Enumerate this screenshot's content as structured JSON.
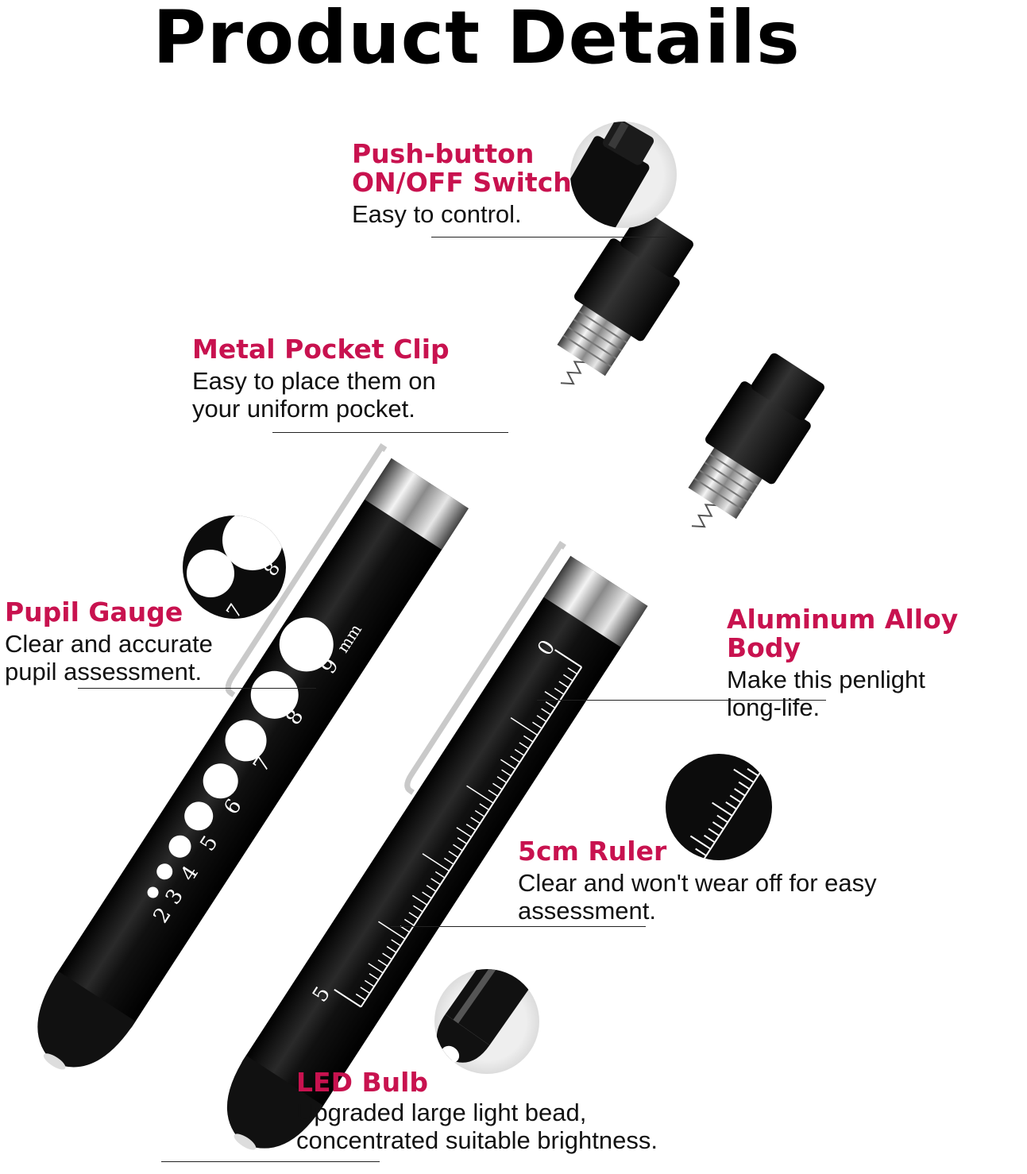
{
  "title": "Product Details",
  "callouts": {
    "switch": {
      "heading_line1": "Push-button",
      "heading_line2": "ON/OFF Switch",
      "description": "Easy to control."
    },
    "clip": {
      "heading": "Metal Pocket Clip",
      "description_line1": "Easy to place them on",
      "description_line2": "your uniform pocket."
    },
    "pupil": {
      "heading": "Pupil Gauge",
      "description_line1": "Clear and accurate",
      "description_line2": "pupil assessment."
    },
    "body": {
      "heading": "Aluminum Alloy Body",
      "description_line1": "Make this penlight",
      "description_line2": "long-life."
    },
    "ruler": {
      "heading": "5cm Ruler",
      "description_line1": "Clear and won't wear off for easy",
      "description_line2": "assessment."
    },
    "led": {
      "heading": "LED Bulb",
      "description_line1": "Upgraded large light bead,",
      "description_line2": "concentrated suitable brightness."
    }
  },
  "pupil_gauge": {
    "sizes": [
      "2",
      "3",
      "4",
      "5",
      "6",
      "7",
      "8",
      "9"
    ],
    "unit": "mm"
  },
  "ruler": {
    "start": "0",
    "end": "5"
  },
  "zoom_gauge_labels": [
    "7",
    "8"
  ],
  "colors": {
    "accent": "#c8124f",
    "pen_body": "#0d0d0d",
    "background": "#ffffff"
  }
}
